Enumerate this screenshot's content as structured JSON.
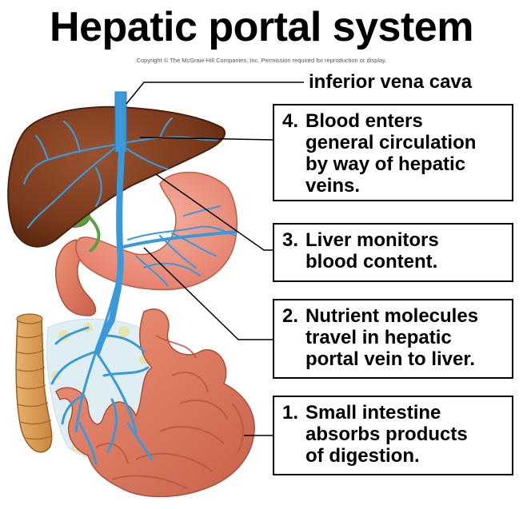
{
  "title": "Hepatic portal system",
  "copyright": "Copyright © The McGraw-Hill Companies, Inc. Permission required for reproduction or display.",
  "labels": {
    "ivc": "inferior vena cava"
  },
  "steps": [
    {
      "number": "4.",
      "lines": [
        "Blood enters",
        "general circulation",
        "by way of hepatic",
        "veins."
      ]
    },
    {
      "number": "3.",
      "lines": [
        "Liver monitors",
        "blood content."
      ]
    },
    {
      "number": "2.",
      "lines": [
        "Nutrient molecules",
        "travel in hepatic",
        "portal vein to liver."
      ]
    },
    {
      "number": "1.",
      "lines": [
        "Small intestine",
        "absorbs products",
        "of digestion."
      ]
    }
  ],
  "colors": {
    "liver": "#7a3a1c",
    "vessel": "#3a9ad9",
    "stomach": "#ef8a78",
    "intestine": "#e0785e",
    "colon": "#d99a52",
    "gallbladder": "#5aa043"
  }
}
